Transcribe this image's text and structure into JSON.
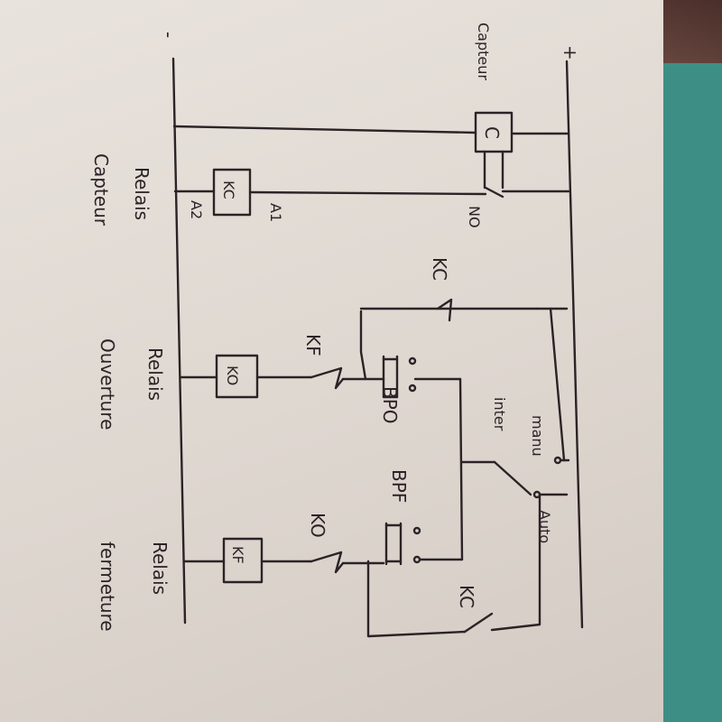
{
  "labels": {
    "plus": "+",
    "minus": "-",
    "capteur": "Capteur",
    "c": "C",
    "no": "NO",
    "kc_relay": "KC",
    "a1": "A1",
    "a2": "A2",
    "relais_capteur_1": "Relais",
    "relais_capteur_2": "Capteur",
    "kc_top": "KC",
    "kf_contact": "KF",
    "ko_relay": "KO",
    "bpo": "BPO",
    "relais_ouverture_1": "Relais",
    "relais_ouverture_2": "Ouverture",
    "manu": "manu",
    "inter": "inter",
    "auto": "Auto",
    "bpf": "BPF",
    "ko_contact": "KO",
    "kf_relay": "KF",
    "relais_fermeture_1": "Relais",
    "relais_fermeture_2": "fermeture",
    "kc_bottom": "KC"
  }
}
